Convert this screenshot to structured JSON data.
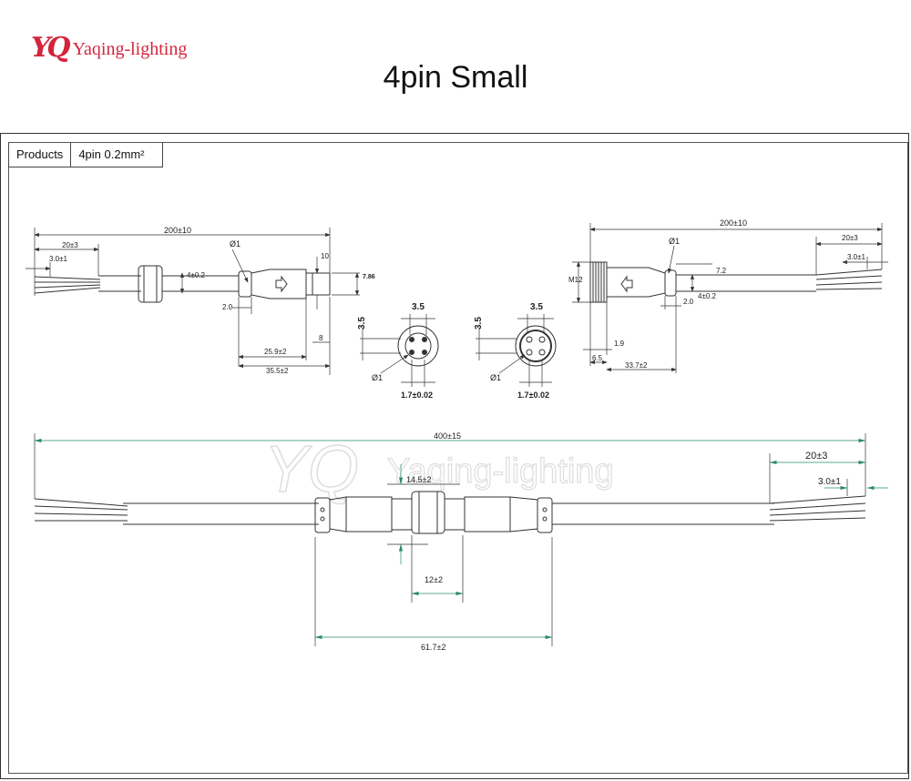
{
  "logo": {
    "mark": "YQ",
    "text": "Yaqing-lighting"
  },
  "title": "4pin Small",
  "spec_table": {
    "label": "Products",
    "value": "4pin 0.2mm²"
  },
  "watermark": {
    "mark": "YQ",
    "text": "Yaqing-lighting"
  },
  "dimensions": {
    "left_total": "200±10",
    "left_strip": "20±3",
    "left_tip": "3.0±1",
    "left_d1": "Ø1",
    "left_cable": "4±0.2",
    "left_2": "2.0",
    "left_10": "10",
    "left_786": "7.86",
    "left_8": "8",
    "left_259": "25.9±2",
    "left_355": "35.5±2",
    "face1_w": "3.5",
    "face1_h": "3.5",
    "face1_d": "Ø1",
    "face1_pitch": "1.7±0.02",
    "face2_w": "3.5",
    "face2_h": "3.5",
    "face2_d": "Ø1",
    "face2_pitch": "1.7±0.02",
    "right_total": "200±10",
    "right_strip": "20±3",
    "right_tip": "3.0±1",
    "right_d1": "Ø1",
    "right_m12": "M12",
    "right_72": "7.2",
    "right_cable": "4±0.2",
    "right_2": "2.0",
    "right_19": "1.9",
    "right_65": "6.5",
    "right_337": "33.7±2",
    "bottom_total": "400±15",
    "bottom_strip": "20±3",
    "bottom_tip": "3.0±1",
    "bottom_145": "14.5±2",
    "bottom_12": "12±2",
    "bottom_617": "61.7±2"
  }
}
